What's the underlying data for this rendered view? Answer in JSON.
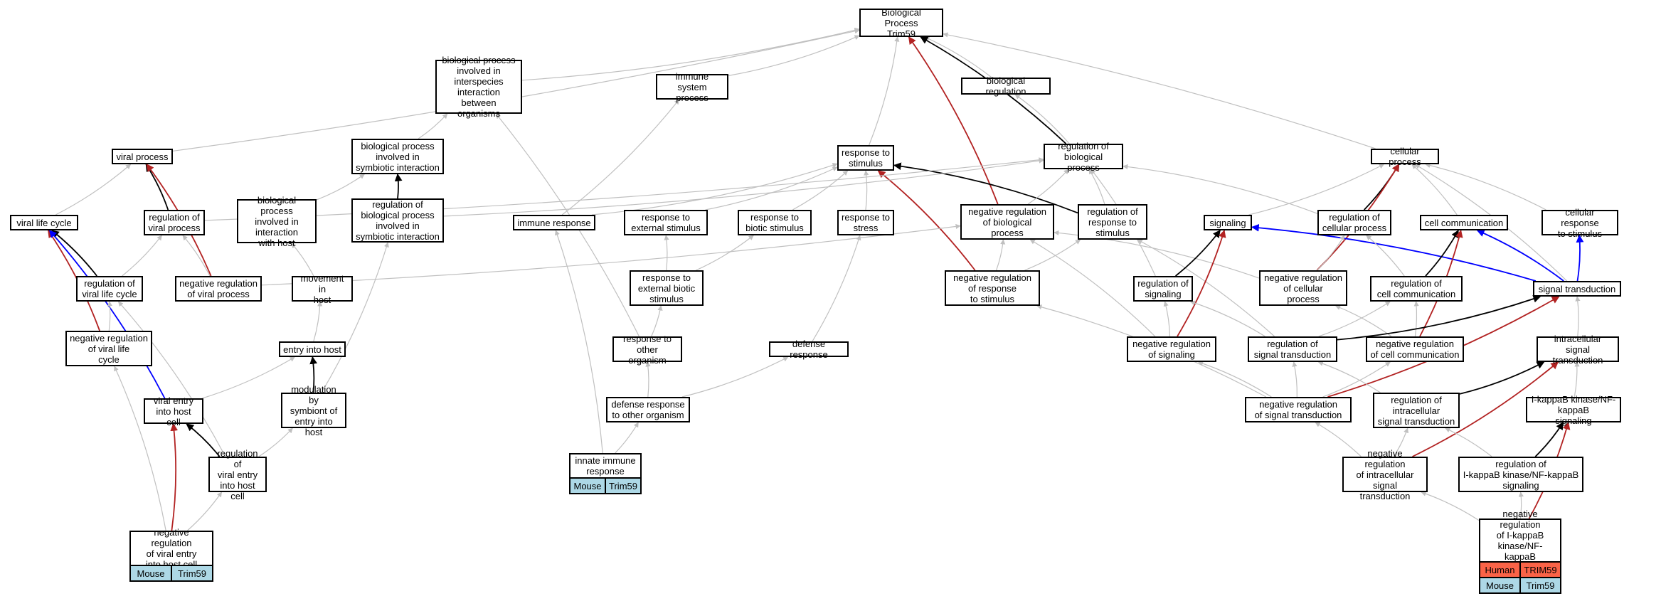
{
  "colors": {
    "grey": "#c0c0c0",
    "black": "#000000",
    "red": "#b22222",
    "blue": "#0000ff",
    "mouse": "#add8e6",
    "human": "#fa6347"
  },
  "nodes": [
    {
      "id": "root",
      "label": "Biological Process\nTrim59"
    },
    {
      "id": "bpinv",
      "label": "biological process\ninvolved in\ninterspecies\ninteraction\nbetween organisms"
    },
    {
      "id": "immsys",
      "label": "immune system\nprocess"
    },
    {
      "id": "bioreg",
      "label": "biological regulation"
    },
    {
      "id": "viralproc",
      "label": "viral process"
    },
    {
      "id": "bpsym",
      "label": "biological process\ninvolved in\nsymbiotic interaction"
    },
    {
      "id": "resp",
      "label": "response to\nstimulus"
    },
    {
      "id": "regbio",
      "label": "regulation of\nbiological process"
    },
    {
      "id": "cellproc",
      "label": "cellular process"
    },
    {
      "id": "vlc",
      "label": "viral life cycle"
    },
    {
      "id": "regvp",
      "label": "regulation of\nviral process"
    },
    {
      "id": "bpiwh",
      "label": "biological process\ninvolved in\ninteraction\nwith host"
    },
    {
      "id": "regbpsym",
      "label": "regulation of\nbiological process\ninvolved in\nsymbiotic interaction"
    },
    {
      "id": "immresp",
      "label": "immune response"
    },
    {
      "id": "respext",
      "label": "response to\nexternal stimulus"
    },
    {
      "id": "respbio",
      "label": "response to\nbiotic stimulus"
    },
    {
      "id": "respstress",
      "label": "response to\nstress"
    },
    {
      "id": "negregbio",
      "label": "negative regulation\nof biological\nprocess"
    },
    {
      "id": "regresp",
      "label": "regulation of\nresponse to\nstimulus"
    },
    {
      "id": "signaling",
      "label": "signaling"
    },
    {
      "id": "regcell",
      "label": "regulation of\ncellular process"
    },
    {
      "id": "cellcomm",
      "label": "cell communication"
    },
    {
      "id": "cellresp",
      "label": "cellular response\nto stimulus"
    },
    {
      "id": "regvlc",
      "label": "regulation of\nviral life cycle"
    },
    {
      "id": "negregvp",
      "label": "negative regulation\nof viral process"
    },
    {
      "id": "movhost",
      "label": "movement in\nhost"
    },
    {
      "id": "respextbio",
      "label": "response to\nexternal biotic\nstimulus"
    },
    {
      "id": "negregresp",
      "label": "negative regulation\nof response\nto stimulus"
    },
    {
      "id": "regsig",
      "label": "regulation of\nsignaling"
    },
    {
      "id": "negregcell",
      "label": "negative regulation\nof cellular\nprocess"
    },
    {
      "id": "regcellcomm",
      "label": "regulation of\ncell communication"
    },
    {
      "id": "sigtrans",
      "label": "signal transduction"
    },
    {
      "id": "negregvlc",
      "label": "negative regulation\nof viral life\ncycle"
    },
    {
      "id": "entryhost",
      "label": "entry into host"
    },
    {
      "id": "resporg",
      "label": "response to\nother organism"
    },
    {
      "id": "defresp",
      "label": "defense response"
    },
    {
      "id": "negregsig",
      "label": "negative regulation\nof signaling"
    },
    {
      "id": "regst",
      "label": "regulation of\nsignal transduction"
    },
    {
      "id": "negregcc",
      "label": "negative regulation\nof cell communication"
    },
    {
      "id": "intrasig",
      "label": "intracellular\nsignal transduction"
    },
    {
      "id": "viralentry",
      "label": "viral entry\ninto host cell"
    },
    {
      "id": "modsym",
      "label": "modulation by\nsymbiont of\nentry into host"
    },
    {
      "id": "defother",
      "label": "defense response\nto other organism"
    },
    {
      "id": "negregst",
      "label": "negative regulation\nof signal transduction"
    },
    {
      "id": "regintra",
      "label": "regulation of\nintracellular\nsignal transduction"
    },
    {
      "id": "ikb",
      "label": "I-kappaB kinase/NF-kappaB\nsignaling"
    },
    {
      "id": "regventry",
      "label": "regulation of\nviral entry\ninto host cell"
    },
    {
      "id": "innate",
      "label": "innate immune\nresponse"
    },
    {
      "id": "negregintra",
      "label": "negative regulation\nof intracellular\nsignal transduction"
    },
    {
      "id": "regikb",
      "label": "regulation of\nI-kappaB kinase/NF-kappaB\nsignaling"
    },
    {
      "id": "negregventry",
      "label": "negative regulation\nof viral entry\ninto host cell"
    },
    {
      "id": "negregikb",
      "label": "negative regulation\nof I-kappaB\nkinase/NF-kappaB\nsignaling"
    }
  ],
  "annotations": [
    {
      "node": "innate",
      "rows": [
        {
          "species": "Mouse",
          "gene": "Trim59",
          "color": "mouse"
        }
      ]
    },
    {
      "node": "negregventry",
      "rows": [
        {
          "species": "Mouse",
          "gene": "Trim59",
          "color": "mouse"
        }
      ]
    },
    {
      "node": "negregikb",
      "rows": [
        {
          "species": "Human",
          "gene": "TRIM59",
          "color": "human"
        },
        {
          "species": "Mouse",
          "gene": "Trim59",
          "color": "mouse"
        }
      ]
    }
  ],
  "edges": [
    [
      "bpinv",
      "root",
      "grey"
    ],
    [
      "immsys",
      "root",
      "grey"
    ],
    [
      "bioreg",
      "root",
      "grey"
    ],
    [
      "viralproc",
      "root",
      "grey"
    ],
    [
      "resp",
      "root",
      "grey"
    ],
    [
      "regbio",
      "root",
      "black"
    ],
    [
      "cellproc",
      "root",
      "grey"
    ],
    [
      "negregbio",
      "root",
      "red"
    ],
    [
      "bpsym",
      "bpinv",
      "grey"
    ],
    [
      "regbio",
      "bioreg",
      "grey"
    ],
    [
      "vlc",
      "viralproc",
      "grey"
    ],
    [
      "regvp",
      "viralproc",
      "black"
    ],
    [
      "negregvp",
      "viralproc",
      "red"
    ],
    [
      "bpiwh",
      "bpsym",
      "grey"
    ],
    [
      "regbpsym",
      "bpsym",
      "black"
    ],
    [
      "immresp",
      "immsys",
      "grey"
    ],
    [
      "resporg",
      "bpinv",
      "grey"
    ],
    [
      "immresp",
      "resp",
      "grey"
    ],
    [
      "respext",
      "resp",
      "grey"
    ],
    [
      "respbio",
      "resp",
      "grey"
    ],
    [
      "respstress",
      "resp",
      "grey"
    ],
    [
      "regresp",
      "resp",
      "black"
    ],
    [
      "negregresp",
      "resp",
      "red"
    ],
    [
      "negregbio",
      "regbio",
      "grey"
    ],
    [
      "regresp",
      "regbio",
      "grey"
    ],
    [
      "regsig",
      "regbio",
      "grey"
    ],
    [
      "regcell",
      "regbio",
      "grey"
    ],
    [
      "regvp",
      "regbio",
      "grey"
    ],
    [
      "regbpsym",
      "regbio",
      "grey"
    ],
    [
      "signaling",
      "cellproc",
      "grey"
    ],
    [
      "regcell",
      "cellproc",
      "black"
    ],
    [
      "cellcomm",
      "cellproc",
      "grey"
    ],
    [
      "cellresp",
      "cellproc",
      "grey"
    ],
    [
      "negregcell",
      "cellproc",
      "red"
    ],
    [
      "sigtrans",
      "cellproc",
      "grey"
    ],
    [
      "regvlc",
      "vlc",
      "black"
    ],
    [
      "negregvlc",
      "vlc",
      "red"
    ],
    [
      "viralentry",
      "vlc",
      "blue"
    ],
    [
      "regvlc",
      "regvp",
      "grey"
    ],
    [
      "negregvp",
      "regvp",
      "grey"
    ],
    [
      "movhost",
      "bpiwh",
      "grey"
    ],
    [
      "modsym",
      "regbpsym",
      "grey"
    ],
    [
      "innate",
      "immresp",
      "grey"
    ],
    [
      "respextbio",
      "respext",
      "grey"
    ],
    [
      "respextbio",
      "respbio",
      "grey"
    ],
    [
      "defresp",
      "respstress",
      "grey"
    ],
    [
      "negregresp",
      "negregbio",
      "grey"
    ],
    [
      "negregsig",
      "negregbio",
      "grey"
    ],
    [
      "negregcell",
      "negregbio",
      "grey"
    ],
    [
      "negregvp",
      "negregbio",
      "grey"
    ],
    [
      "negregresp",
      "regresp",
      "grey"
    ],
    [
      "regst",
      "regresp",
      "grey"
    ],
    [
      "regsig",
      "signaling",
      "black"
    ],
    [
      "negregsig",
      "signaling",
      "red"
    ],
    [
      "sigtrans",
      "signaling",
      "blue"
    ],
    [
      "negregcell",
      "regcell",
      "grey"
    ],
    [
      "regcellcomm",
      "regcell",
      "grey"
    ],
    [
      "regcellcomm",
      "cellcomm",
      "black"
    ],
    [
      "negregcc",
      "cellcomm",
      "red"
    ],
    [
      "sigtrans",
      "cellcomm",
      "blue"
    ],
    [
      "sigtrans",
      "cellresp",
      "blue"
    ],
    [
      "negregvlc",
      "regvlc",
      "grey"
    ],
    [
      "regventry",
      "regvlc",
      "grey"
    ],
    [
      "entryhost",
      "movhost",
      "grey"
    ],
    [
      "resporg",
      "respextbio",
      "grey"
    ],
    [
      "negregst",
      "negregresp",
      "grey"
    ],
    [
      "negregsig",
      "regsig",
      "grey"
    ],
    [
      "regst",
      "regsig",
      "grey"
    ],
    [
      "negregcc",
      "negregcell",
      "grey"
    ],
    [
      "regst",
      "regcellcomm",
      "grey"
    ],
    [
      "negregcc",
      "regcellcomm",
      "grey"
    ],
    [
      "regst",
      "sigtrans",
      "black"
    ],
    [
      "negregst",
      "sigtrans",
      "red"
    ],
    [
      "intrasig",
      "sigtrans",
      "grey"
    ],
    [
      "negregventry",
      "negregvlc",
      "grey"
    ],
    [
      "viralentry",
      "entryhost",
      "grey"
    ],
    [
      "modsym",
      "entryhost",
      "black"
    ],
    [
      "defother",
      "resporg",
      "grey"
    ],
    [
      "defother",
      "defresp",
      "grey"
    ],
    [
      "negregst",
      "negregsig",
      "grey"
    ],
    [
      "negregst",
      "regst",
      "grey"
    ],
    [
      "regintra",
      "regst",
      "grey"
    ],
    [
      "negregst",
      "negregcc",
      "grey"
    ],
    [
      "regintra",
      "intrasig",
      "black"
    ],
    [
      "negregintra",
      "intrasig",
      "red"
    ],
    [
      "ikb",
      "intrasig",
      "grey"
    ],
    [
      "regventry",
      "viralentry",
      "black"
    ],
    [
      "negregventry",
      "viralentry",
      "red"
    ],
    [
      "regventry",
      "modsym",
      "grey"
    ],
    [
      "innate",
      "defother",
      "grey"
    ],
    [
      "negregintra",
      "negregst",
      "grey"
    ],
    [
      "negregintra",
      "regintra",
      "grey"
    ],
    [
      "regikb",
      "regintra",
      "grey"
    ],
    [
      "regikb",
      "ikb",
      "black"
    ],
    [
      "negregikb",
      "ikb",
      "red"
    ],
    [
      "negregventry",
      "regventry",
      "grey"
    ],
    [
      "negregikb",
      "negregintra",
      "grey"
    ],
    [
      "negregikb",
      "regikb",
      "grey"
    ]
  ]
}
